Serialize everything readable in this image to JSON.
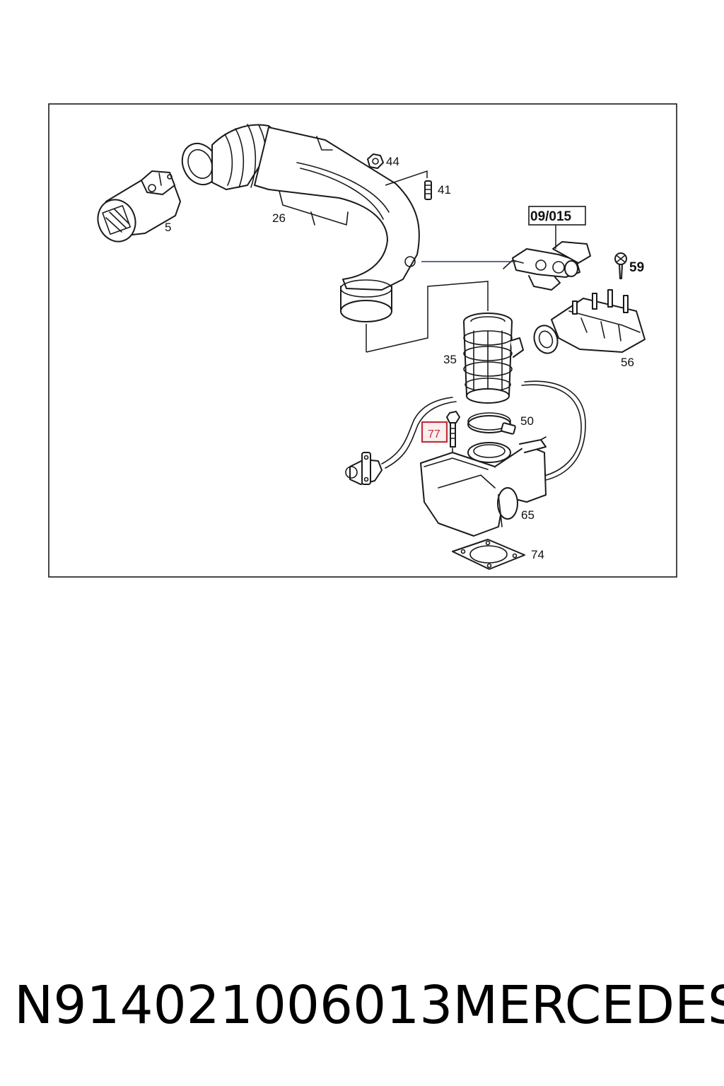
{
  "diagram": {
    "callouts": {
      "c5": "5",
      "c26": "26",
      "c44": "44",
      "c41": "41",
      "c09015": "09/015",
      "c59": "59",
      "c35": "35",
      "c56": "56",
      "c50": "50",
      "c77": "77",
      "c65": "65",
      "c74": "74"
    },
    "highlight_color": "#c0303a"
  },
  "caption": {
    "part_number": "N914021006013",
    "brand": "MERCEDES"
  }
}
